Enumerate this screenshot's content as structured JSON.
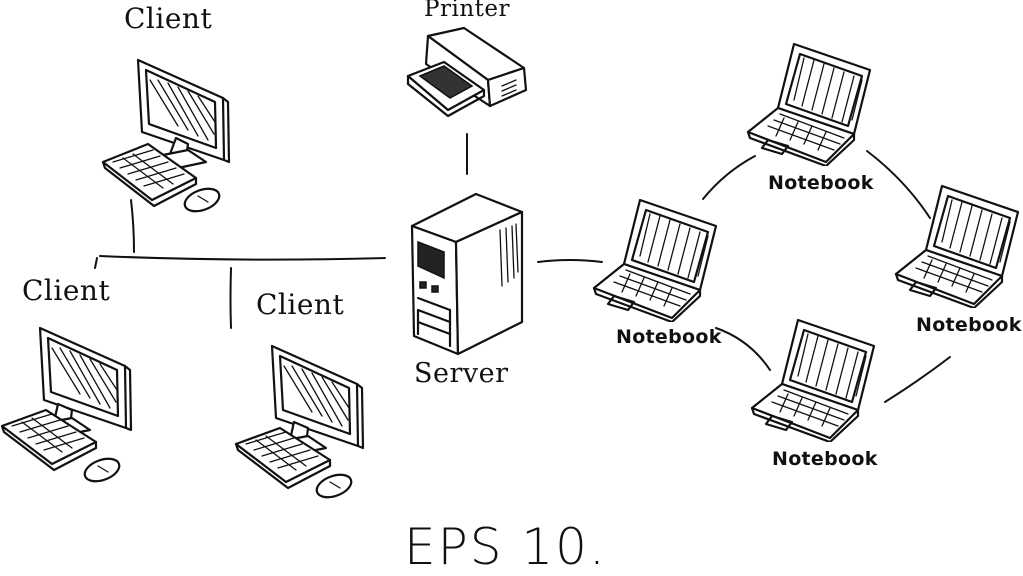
{
  "diagram": {
    "labels": {
      "client_1": "Client",
      "client_2": "Client",
      "client_3": "Client",
      "printer": "Printer",
      "server": "Server",
      "notebook_1": "Notebook",
      "notebook_2": "Notebook",
      "notebook_3": "Notebook",
      "notebook_4": "Notebook"
    },
    "footer": "EPS 10.",
    "icons": [
      "desktop-computer-icon",
      "printer-icon",
      "server-tower-icon",
      "laptop-icon"
    ],
    "colors": {
      "ink": "#111111",
      "background": "#ffffff"
    }
  }
}
